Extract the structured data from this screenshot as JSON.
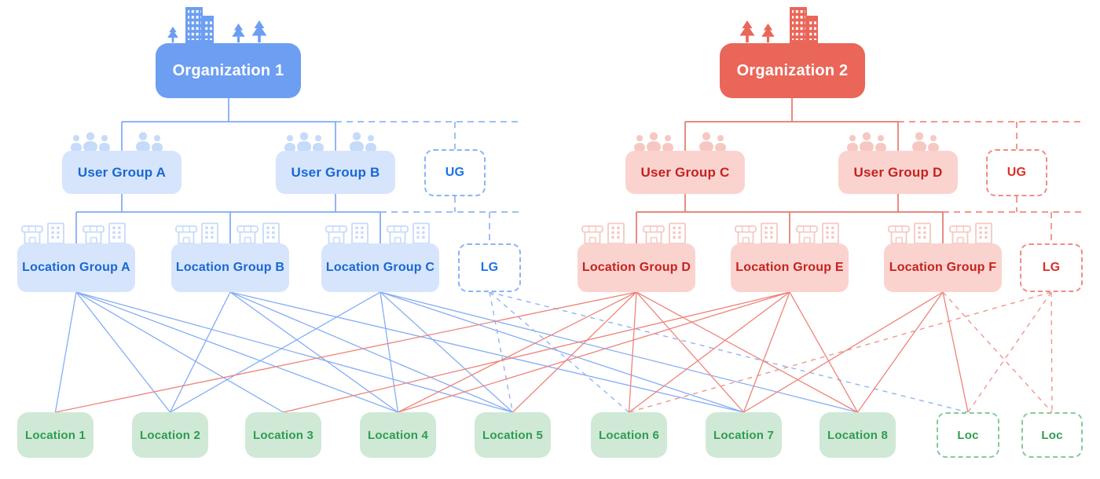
{
  "title": "Organization, user group, location group and location hierarchy diagram",
  "palette": {
    "org_blue": "#6C9EF2",
    "org_red": "#EA6658",
    "blue_fill": "#d6e5fc",
    "blue_text": "#1967d2",
    "blue_accent": "#1a73e8",
    "red_fill": "#fad3cf",
    "red_text": "#c5221f",
    "red_accent": "#d93025",
    "green_fill": "#cfe9d6",
    "green_text": "#2F9C50"
  },
  "nodes": {
    "org1": {
      "label": "Organization 1",
      "icon": "city-buildings-trees-icon"
    },
    "org2": {
      "label": "Organization 2",
      "icon": "city-buildings-trees-icon"
    },
    "ug_a": {
      "label": "User Group A",
      "icon": "people-icon"
    },
    "ug_b": {
      "label": "User Group B",
      "icon": "people-icon"
    },
    "ug_c": {
      "label": "User Group C",
      "icon": "people-icon"
    },
    "ug_d": {
      "label": "User Group D",
      "icon": "people-icon"
    },
    "ug_ph_blue": {
      "label": "UG"
    },
    "ug_ph_red": {
      "label": "UG"
    },
    "lg_a": {
      "label": "Location Group A",
      "icon": "storefront-buildings-icon"
    },
    "lg_b": {
      "label": "Location Group B",
      "icon": "storefront-buildings-icon"
    },
    "lg_c": {
      "label": "Location Group C",
      "icon": "storefront-buildings-icon"
    },
    "lg_d": {
      "label": "Location Group D",
      "icon": "storefront-buildings-icon"
    },
    "lg_e": {
      "label": "Location Group E",
      "icon": "storefront-buildings-icon"
    },
    "lg_f": {
      "label": "Location Group F",
      "icon": "storefront-buildings-icon"
    },
    "lg_ph_blue": {
      "label": "LG"
    },
    "lg_ph_red": {
      "label": "LG"
    },
    "loc_1": {
      "label": "Location 1"
    },
    "loc_2": {
      "label": "Location 2"
    },
    "loc_3": {
      "label": "Location 3"
    },
    "loc_4": {
      "label": "Location 4"
    },
    "loc_5": {
      "label": "Location 5"
    },
    "loc_6": {
      "label": "Location 6"
    },
    "loc_7": {
      "label": "Location 7"
    },
    "loc_8": {
      "label": "Location 8"
    },
    "loc_ph_1": {
      "label": "Loc"
    },
    "loc_ph_2": {
      "label": "Loc"
    }
  },
  "hierarchy": {
    "org1": {
      "user_groups": [
        "ug_a",
        "ug_b",
        "ug_ph_blue"
      ],
      "location_groups": [
        "lg_a",
        "lg_b",
        "lg_c",
        "lg_ph_blue"
      ]
    },
    "org2": {
      "user_groups": [
        "ug_c",
        "ug_d",
        "ug_ph_red"
      ],
      "location_groups": [
        "lg_d",
        "lg_e",
        "lg_f",
        "lg_ph_red"
      ]
    }
  },
  "edges": {
    "blue_solid": [
      [
        "lg_a",
        "loc_1"
      ],
      [
        "lg_a",
        "loc_2"
      ],
      [
        "lg_a",
        "loc_3"
      ],
      [
        "lg_a",
        "loc_4"
      ],
      [
        "lg_a",
        "loc_5"
      ],
      [
        "lg_b",
        "loc_2"
      ],
      [
        "lg_b",
        "loc_4"
      ],
      [
        "lg_b",
        "loc_5"
      ],
      [
        "lg_b",
        "loc_7"
      ],
      [
        "lg_c",
        "loc_2"
      ],
      [
        "lg_c",
        "loc_4"
      ],
      [
        "lg_c",
        "loc_5"
      ],
      [
        "lg_c",
        "loc_7"
      ],
      [
        "lg_c",
        "loc_8"
      ]
    ],
    "blue_dashed": [
      [
        "lg_ph_blue",
        "loc_5"
      ],
      [
        "lg_ph_blue",
        "loc_6"
      ],
      [
        "lg_ph_blue",
        "loc_ph_1"
      ]
    ],
    "red_solid": [
      [
        "lg_d",
        "loc_1"
      ],
      [
        "lg_d",
        "loc_4"
      ],
      [
        "lg_d",
        "loc_5"
      ],
      [
        "lg_d",
        "loc_6"
      ],
      [
        "lg_d",
        "loc_7"
      ],
      [
        "lg_d",
        "loc_8"
      ],
      [
        "lg_e",
        "loc_3"
      ],
      [
        "lg_e",
        "loc_4"
      ],
      [
        "lg_e",
        "loc_6"
      ],
      [
        "lg_e",
        "loc_7"
      ],
      [
        "lg_e",
        "loc_8"
      ],
      [
        "lg_f",
        "loc_7"
      ],
      [
        "lg_f",
        "loc_8"
      ],
      [
        "lg_f",
        "loc_ph_1"
      ]
    ],
    "red_dashed": [
      [
        "lg_ph_red",
        "loc_6"
      ],
      [
        "lg_ph_red",
        "loc_ph_1"
      ],
      [
        "lg_ph_red",
        "loc_ph_2"
      ],
      [
        "lg_f",
        "loc_ph_2"
      ]
    ]
  }
}
